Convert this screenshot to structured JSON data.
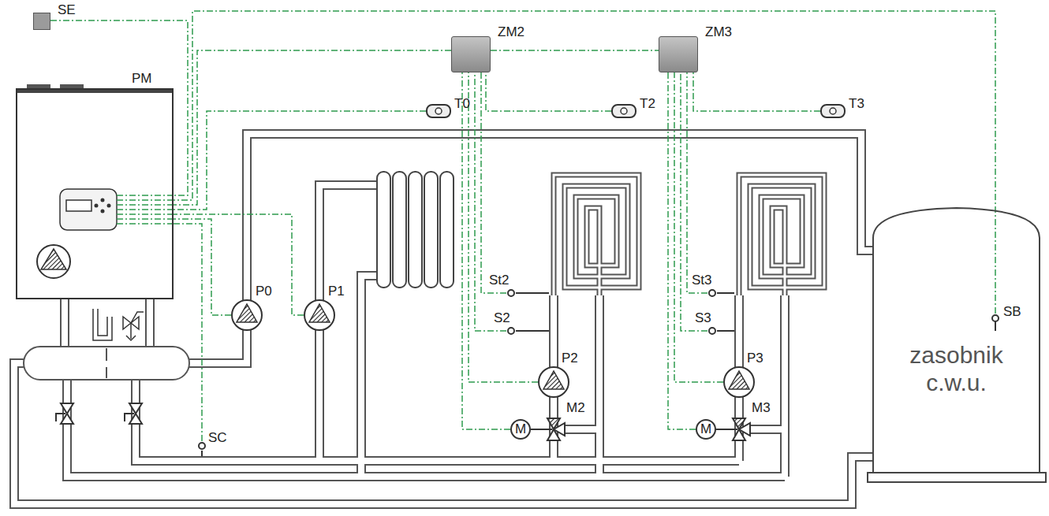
{
  "diagram": {
    "nodes": [
      {
        "text": [
          "SE"
        ]
      },
      {
        "text": [
          "PM"
        ]
      },
      {
        "text": [
          "ZM2"
        ]
      },
      {
        "text": [
          "ZM3"
        ]
      },
      {
        "text": [
          "T0"
        ]
      },
      {
        "text": [
          "T2"
        ]
      },
      {
        "text": [
          "T3"
        ]
      },
      {
        "text": [
          "P0"
        ]
      },
      {
        "text": [
          "P1"
        ]
      },
      {
        "text": [
          "P2"
        ]
      },
      {
        "text": [
          "P3"
        ]
      },
      {
        "text": [
          "St2"
        ]
      },
      {
        "text": [
          "S2"
        ]
      },
      {
        "text": [
          "St3"
        ]
      },
      {
        "text": [
          "S3"
        ]
      },
      {
        "text": [
          "M"
        ]
      },
      {
        "text": [
          "M"
        ]
      },
      {
        "text": [
          "zasobnik c.w.u."
        ]
      },
      {
        "text": [
          "SB"
        ],
        "in": 17
      },
      {
        "text": [
          "SC"
        ]
      }
    ],
    "edges": [
      {
        "from": 0,
        "to": 1,
        "arrow": "none"
      },
      {
        "from": 2,
        "to": 1,
        "arrow": "none"
      },
      {
        "from": 2,
        "to": 3,
        "arrow": "none"
      },
      {
        "from": 18,
        "to": 1,
        "arrow": "none"
      },
      {
        "from": 4,
        "to": 1,
        "arrow": "none"
      },
      {
        "from": 7,
        "to": 1,
        "arrow": "none"
      },
      {
        "from": 8,
        "to": 1,
        "arrow": "none"
      },
      {
        "from": 19,
        "to": 1,
        "arrow": "none"
      },
      {
        "from": 5,
        "to": 2,
        "arrow": "none"
      },
      {
        "from": 11,
        "to": 2,
        "arrow": "none"
      },
      {
        "from": 12,
        "to": 2,
        "arrow": "none"
      },
      {
        "from": 9,
        "to": 2,
        "arrow": "none"
      },
      {
        "from": 15,
        "to": 2,
        "arrow": "none"
      },
      {
        "from": 6,
        "to": 3,
        "arrow": "none"
      },
      {
        "from": 13,
        "to": 3,
        "arrow": "none"
      },
      {
        "from": 14,
        "to": 3,
        "arrow": "none"
      },
      {
        "from": 10,
        "to": 3,
        "arrow": "none"
      },
      {
        "from": 16,
        "to": 3,
        "arrow": "none"
      }
    ],
    "labels": [
      "M2",
      "M3"
    ]
  }
}
